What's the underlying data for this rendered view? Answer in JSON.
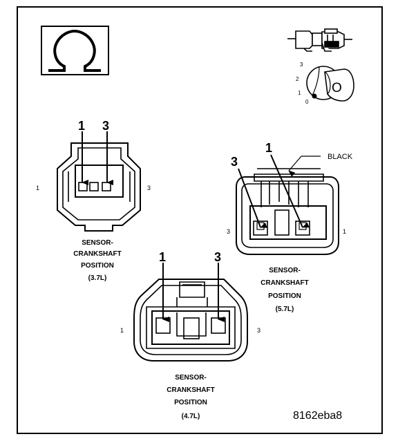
{
  "diagram": {
    "icons": {
      "ohmmeter": "omega-ohm-symbol-icon",
      "connector": "electrical-connector-icon",
      "ignition": "ignition-key-switch-icon"
    },
    "ignition_positions": [
      "3",
      "2",
      "1",
      "0"
    ],
    "ignition_key_label": "O",
    "connectors": [
      {
        "id": "37",
        "callouts": [
          "1",
          "3"
        ],
        "side_left": "1",
        "side_right": "3",
        "caption": [
          "SENSOR-",
          "CRANKSHAFT",
          "POSITION",
          "(3.7L)"
        ]
      },
      {
        "id": "57",
        "callouts": [
          "3",
          "1"
        ],
        "side_left": "3",
        "side_right": "1",
        "color_label": "BLACK",
        "caption": [
          "SENSOR-",
          "CRANKSHAFT",
          "POSITION",
          "(5.7L)"
        ]
      },
      {
        "id": "47",
        "callouts": [
          "1",
          "3"
        ],
        "side_left": "1",
        "side_right": "3",
        "caption": [
          "SENSOR-",
          "CRANKSHAFT",
          "POSITION",
          "(4.7L)"
        ]
      }
    ],
    "figure_id": "8162eba8"
  }
}
